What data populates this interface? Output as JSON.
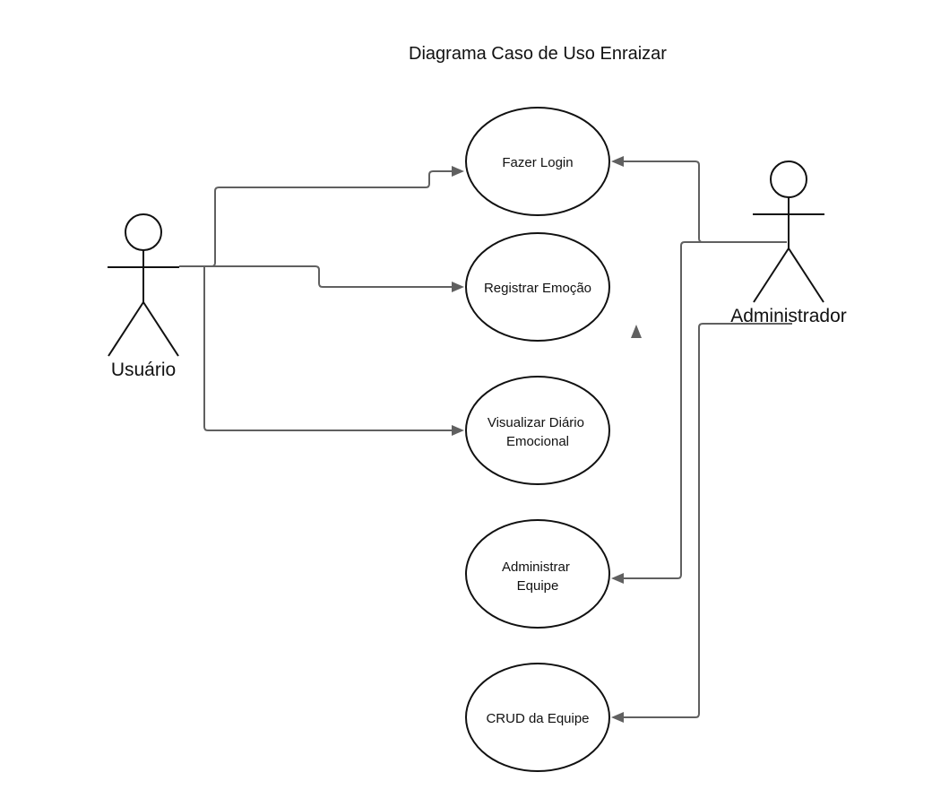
{
  "diagram": {
    "title": "Diagrama Caso de Uso Enraizar",
    "colors": {
      "stroke": "#111111",
      "connector": "#606060",
      "background": "#ffffff"
    },
    "actors": [
      {
        "id": "usuario",
        "label": "Usuário"
      },
      {
        "id": "administrador",
        "label": "Administrador"
      }
    ],
    "use_cases": [
      {
        "id": "login",
        "lines": [
          "Fazer Login"
        ]
      },
      {
        "id": "registrar",
        "lines": [
          "Registrar Emoção"
        ]
      },
      {
        "id": "visualizar",
        "lines": [
          "Visualizar Diário",
          "Emocional"
        ]
      },
      {
        "id": "administrar",
        "lines": [
          "Administrar",
          "Equipe"
        ]
      },
      {
        "id": "crud",
        "lines": [
          "CRUD da Equipe"
        ]
      }
    ],
    "associations": [
      {
        "from": "usuario",
        "to": "login"
      },
      {
        "from": "usuario",
        "to": "registrar"
      },
      {
        "from": "usuario",
        "to": "visualizar"
      },
      {
        "from": "administrador",
        "to": "login"
      },
      {
        "from": "administrador",
        "to": "administrar"
      },
      {
        "from": "administrador",
        "to": "crud"
      }
    ]
  }
}
